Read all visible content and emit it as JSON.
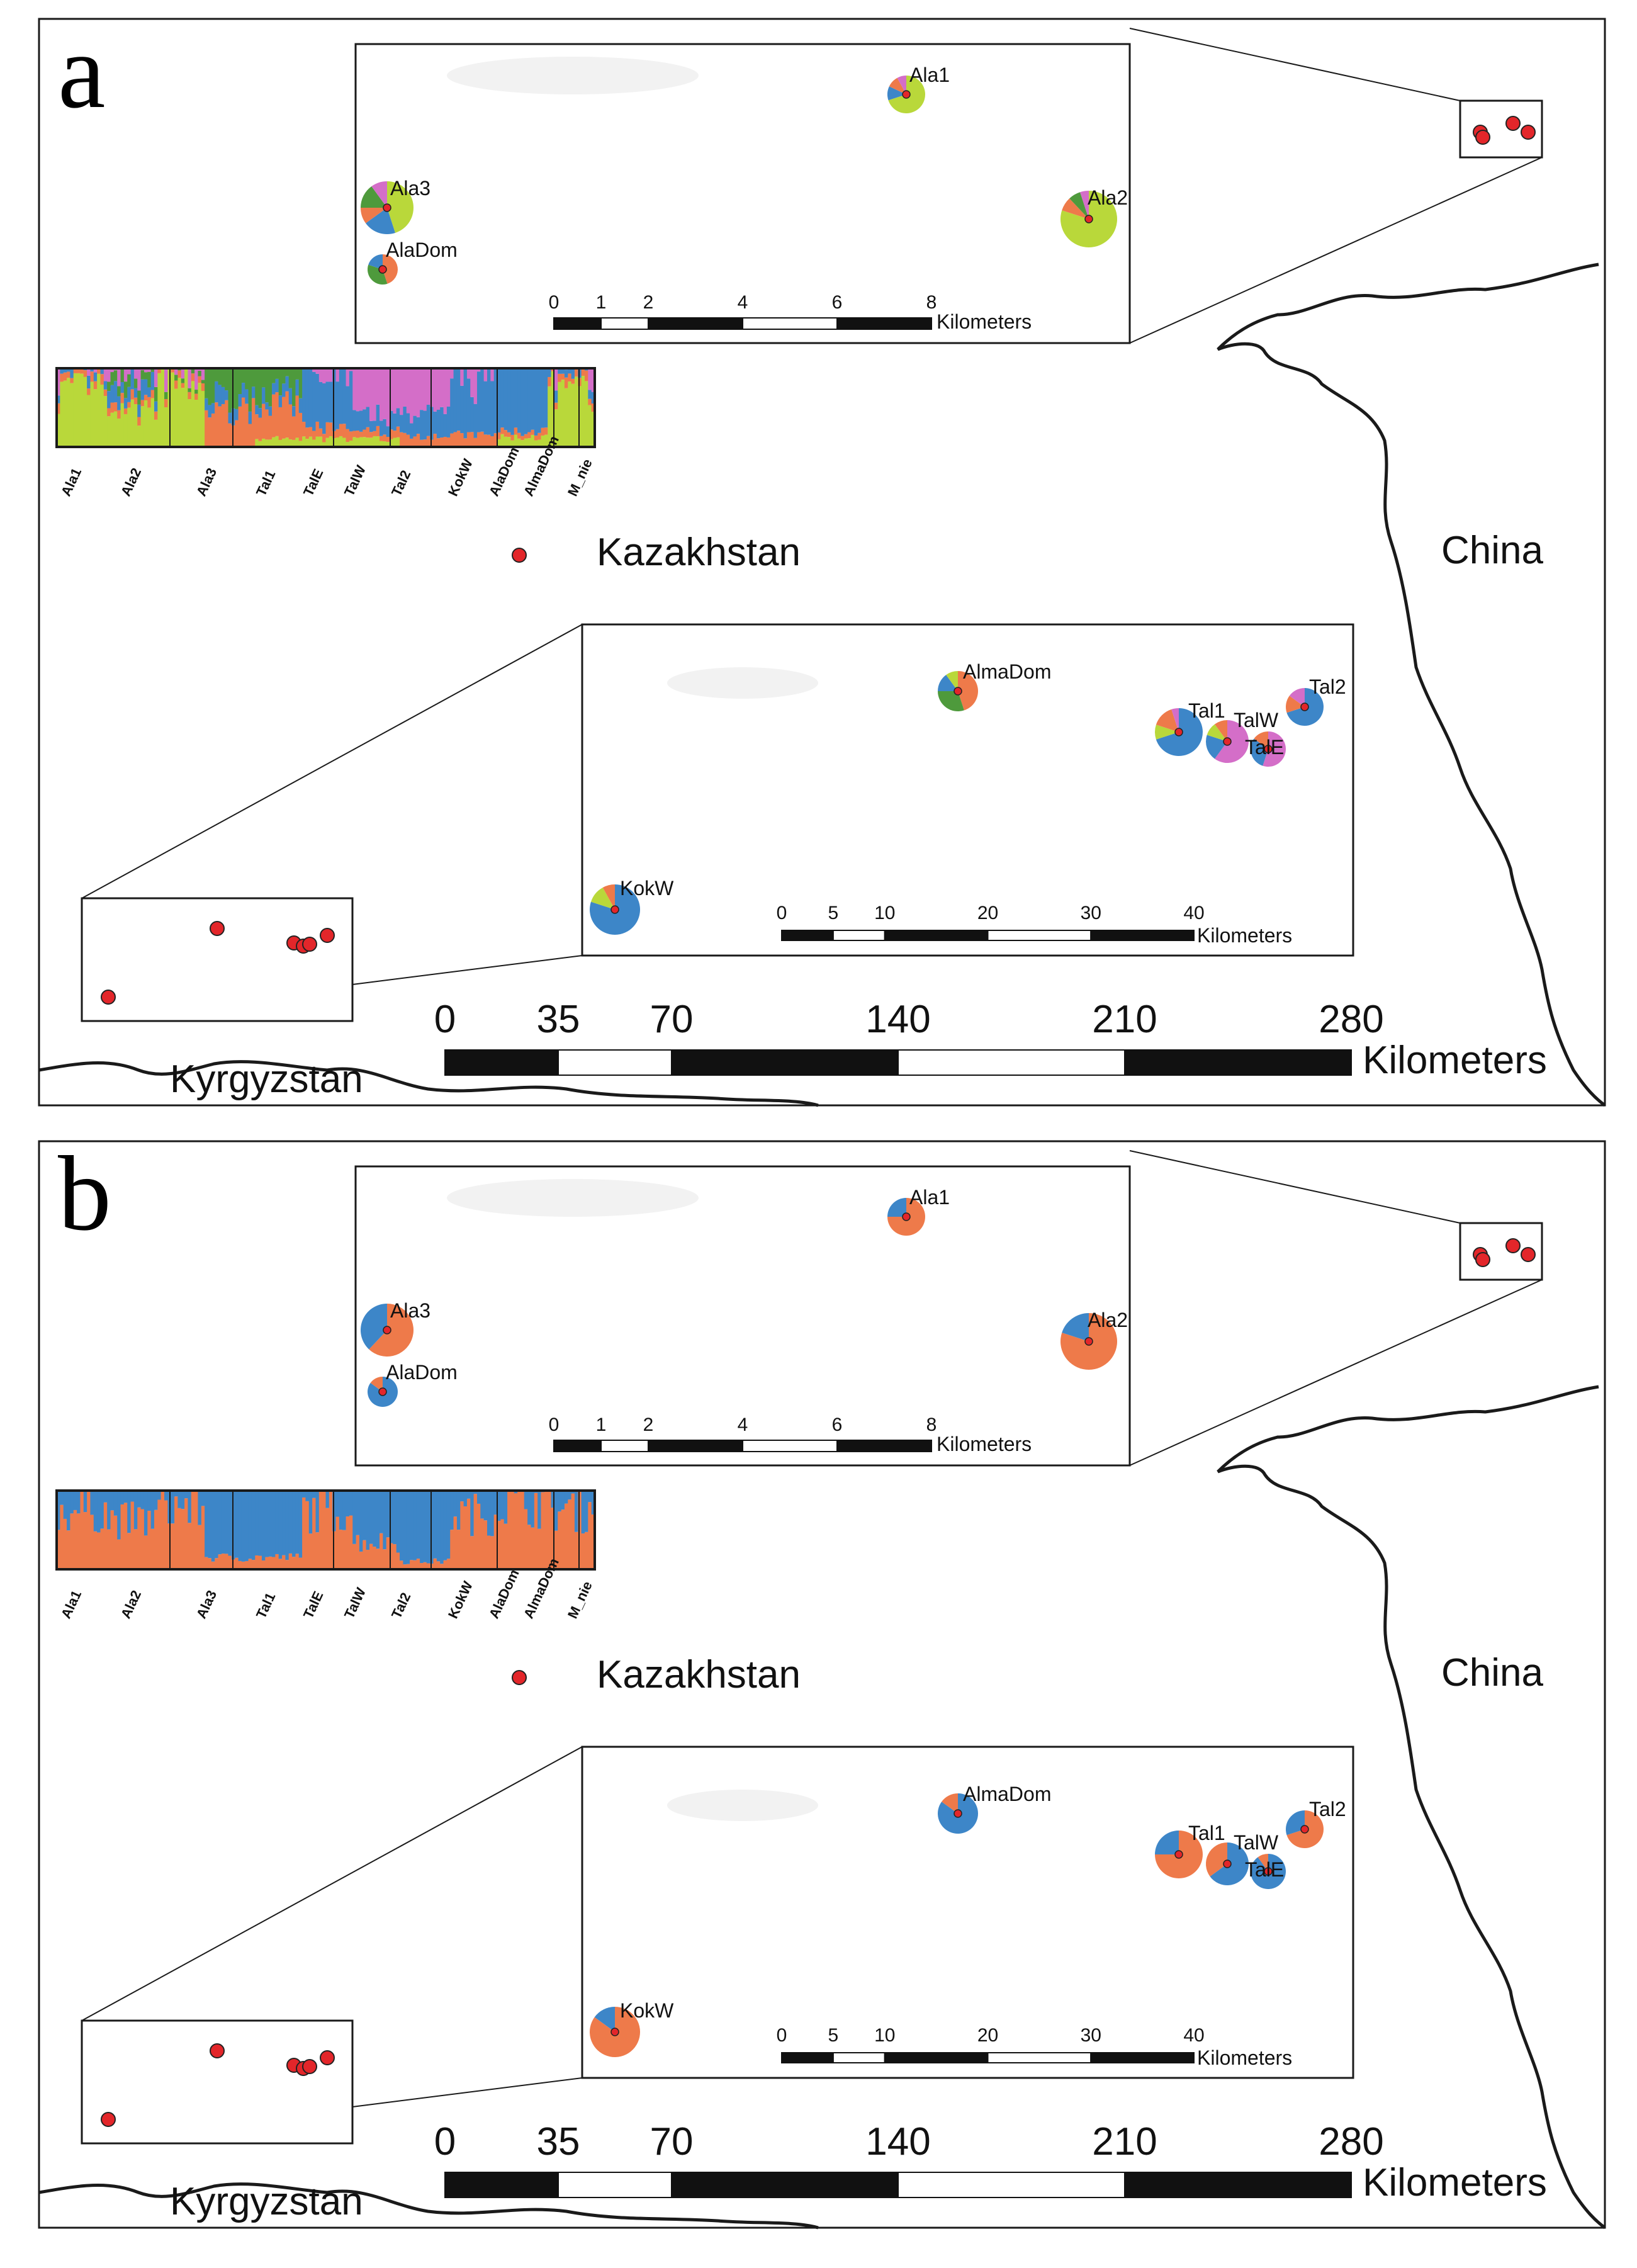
{
  "colors": {
    "orange": "#ee7a4a",
    "blue": "#3d86c8",
    "lime": "#b9d83a",
    "green": "#4e9a3c",
    "pink": "#d46ec8",
    "site_red": "#e3262a",
    "line": "#1a1a1a"
  },
  "panels": [
    {
      "letter": "a",
      "countries": {
        "kazakhstan": "Kazakhstan",
        "china": "China",
        "kyrgyzstan": "Kyrgyzstan"
      },
      "main_scale": {
        "ticks": [
          "0",
          "35",
          "70",
          "140",
          "210",
          "280"
        ],
        "unit": "Kilometers"
      },
      "inset_top_scale": {
        "ticks": [
          "0",
          "1",
          "2",
          "4",
          "6",
          "8"
        ],
        "unit": "Kilometers"
      },
      "inset_bottom_scale": {
        "ticks": [
          "0",
          "5",
          "10",
          "20",
          "30",
          "40"
        ],
        "unit": "Kilometers"
      },
      "barplot_labels": [
        "Ala1",
        "Ala2",
        "Ala3",
        "Tal1",
        "TalE",
        "TalW",
        "Tal2",
        "KokW",
        "AlaDom",
        "AlmaDom",
        "M_nie"
      ],
      "sites_top": [
        {
          "label": "Ala1",
          "shares": {
            "lime": 0.7,
            "blue": 0.12,
            "orange": 0.1,
            "pink": 0.08
          }
        },
        {
          "label": "Ala3",
          "shares": {
            "lime": 0.45,
            "blue": 0.2,
            "orange": 0.1,
            "green": 0.15,
            "pink": 0.1
          }
        },
        {
          "label": "Ala2",
          "shares": {
            "lime": 0.8,
            "orange": 0.08,
            "green": 0.07,
            "pink": 0.05
          }
        },
        {
          "label": "AlaDom",
          "shares": {
            "orange": 0.45,
            "green": 0.35,
            "blue": 0.2
          }
        }
      ],
      "sites_bottom": [
        {
          "label": "AlmaDom",
          "shares": {
            "orange": 0.45,
            "green": 0.3,
            "blue": 0.15,
            "lime": 0.1
          }
        },
        {
          "label": "Tal1",
          "shares": {
            "blue": 0.7,
            "lime": 0.1,
            "orange": 0.15,
            "pink": 0.05
          }
        },
        {
          "label": "TalW",
          "shares": {
            "pink": 0.6,
            "blue": 0.2,
            "lime": 0.1,
            "orange": 0.1
          }
        },
        {
          "label": "TalE",
          "shares": {
            "pink": 0.55,
            "blue": 0.3,
            "orange": 0.15
          }
        },
        {
          "label": "Tal2",
          "shares": {
            "blue": 0.7,
            "orange": 0.15,
            "pink": 0.15
          }
        },
        {
          "label": "KokW",
          "shares": {
            "blue": 0.8,
            "lime": 0.12,
            "orange": 0.08
          }
        }
      ]
    },
    {
      "letter": "b",
      "countries": {
        "kazakhstan": "Kazakhstan",
        "china": "China",
        "kyrgyzstan": "Kyrgyzstan"
      },
      "main_scale": {
        "ticks": [
          "0",
          "35",
          "70",
          "140",
          "210",
          "280"
        ],
        "unit": "Kilometers"
      },
      "inset_top_scale": {
        "ticks": [
          "0",
          "1",
          "2",
          "4",
          "6",
          "8"
        ],
        "unit": "Kilometers"
      },
      "inset_bottom_scale": {
        "ticks": [
          "0",
          "5",
          "10",
          "20",
          "30",
          "40"
        ],
        "unit": "Kilometers"
      },
      "barplot_labels": [
        "Ala1",
        "Ala2",
        "Ala3",
        "Tal1",
        "TalE",
        "TalW",
        "Tal2",
        "KokW",
        "AlaDom",
        "AlmaDom",
        "M_nie"
      ],
      "sites_top": [
        {
          "label": "Ala1",
          "shares": {
            "orange": 0.75,
            "blue": 0.25
          }
        },
        {
          "label": "Ala3",
          "shares": {
            "orange": 0.62,
            "blue": 0.38
          }
        },
        {
          "label": "Ala2",
          "shares": {
            "orange": 0.8,
            "blue": 0.2
          }
        },
        {
          "label": "AlaDom",
          "shares": {
            "blue": 0.85,
            "orange": 0.15
          }
        }
      ],
      "sites_bottom": [
        {
          "label": "AlmaDom",
          "shares": {
            "blue": 0.85,
            "orange": 0.15
          }
        },
        {
          "label": "Tal1",
          "shares": {
            "orange": 0.75,
            "blue": 0.25
          }
        },
        {
          "label": "TalW",
          "shares": {
            "blue": 0.65,
            "orange": 0.35
          }
        },
        {
          "label": "TalE",
          "shares": {
            "blue": 0.9,
            "orange": 0.1
          }
        },
        {
          "label": "Tal2",
          "shares": {
            "orange": 0.7,
            "blue": 0.3
          }
        },
        {
          "label": "KokW",
          "shares": {
            "orange": 0.85,
            "blue": 0.15
          }
        }
      ]
    }
  ]
}
